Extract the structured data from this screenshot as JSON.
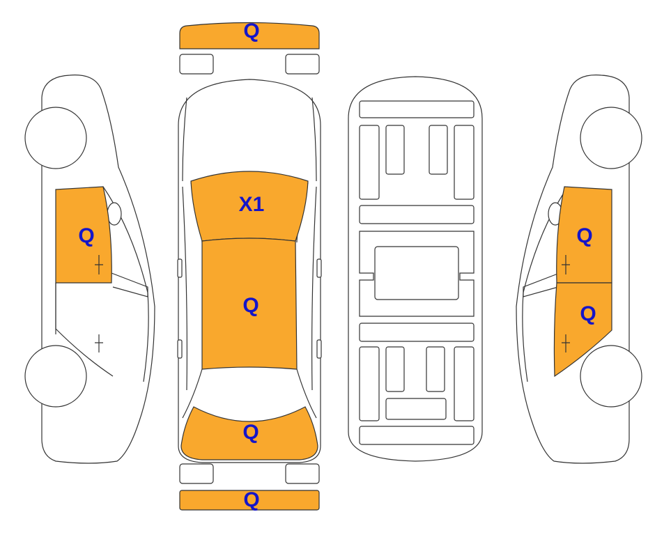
{
  "colors": {
    "marked_panel": "#F9A82D",
    "label": "#1515C8",
    "line": "#333333",
    "background": "#ffffff"
  },
  "labels": {
    "front_bumper": "Q",
    "windshield": "X1",
    "roof": "Q",
    "trunk": "Q",
    "rear_bumper": "Q",
    "left_front_door": "Q",
    "right_front_door": "Q",
    "right_rear_door": "Q"
  }
}
